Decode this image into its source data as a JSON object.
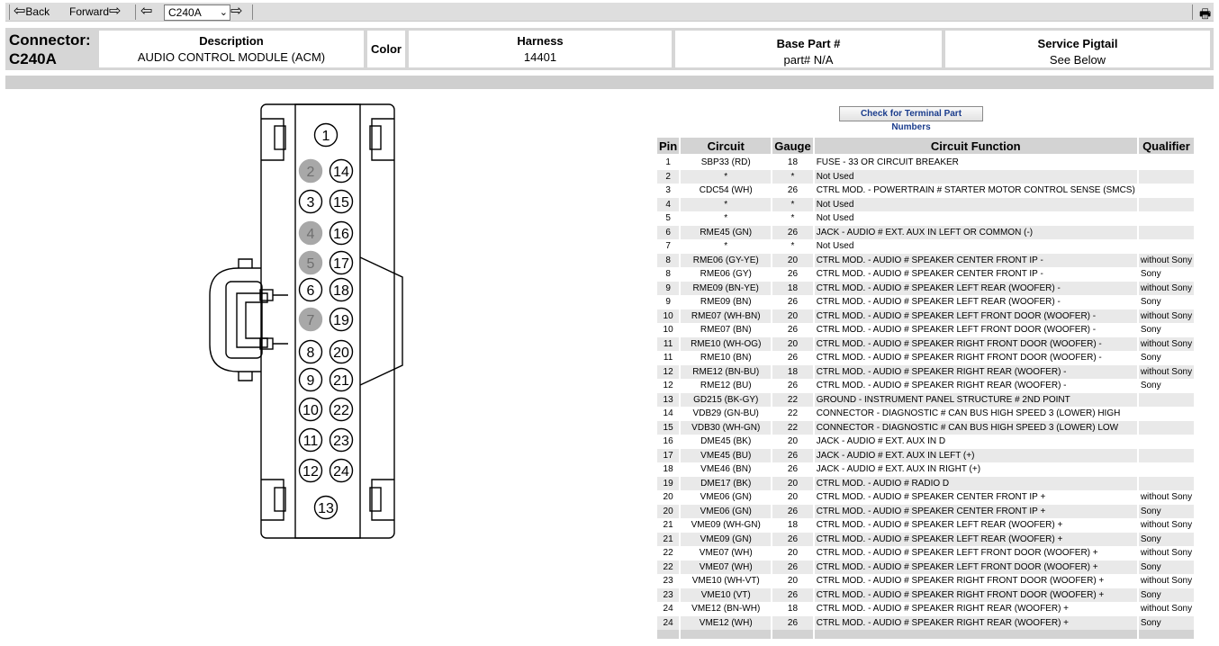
{
  "toolbar": {
    "back_label": "Back",
    "forward_label": "Forward",
    "selected_connector": "C240A"
  },
  "header": {
    "connector_label": "Connector:",
    "connector_id": "C240A",
    "description_title": "Description",
    "description_value": "AUDIO CONTROL MODULE (ACM)",
    "color_title": "Color",
    "harness_title": "Harness",
    "harness_value": "14401",
    "base_part_title": "Base Part #",
    "base_part_value": "part# N/A",
    "pigtail_title": "Service Pigtail",
    "pigtail_value": "See Below"
  },
  "check_button_label": "Check for Terminal Part Numbers",
  "table": {
    "headers": [
      "Pin",
      "Circuit",
      "Gauge",
      "Circuit Function",
      "Qualifier"
    ],
    "rows": [
      [
        "1",
        "SBP33 (RD)",
        "18",
        "FUSE - 33 OR CIRCUIT BREAKER",
        ""
      ],
      [
        "2",
        "*",
        "*",
        "Not Used",
        ""
      ],
      [
        "3",
        "CDC54 (WH)",
        "26",
        "CTRL MOD. - POWERTRAIN # STARTER MOTOR CONTROL SENSE (SMCS)",
        ""
      ],
      [
        "4",
        "*",
        "*",
        "Not Used",
        ""
      ],
      [
        "5",
        "*",
        "*",
        "Not Used",
        ""
      ],
      [
        "6",
        "RME45 (GN)",
        "26",
        "JACK - AUDIO # EXT. AUX IN LEFT OR COMMON (-)",
        ""
      ],
      [
        "7",
        "*",
        "*",
        "Not Used",
        ""
      ],
      [
        "8",
        "RME06 (GY-YE)",
        "20",
        "CTRL MOD. - AUDIO # SPEAKER CENTER FRONT IP -",
        "without Sony"
      ],
      [
        "8",
        "RME06 (GY)",
        "26",
        "CTRL MOD. - AUDIO # SPEAKER CENTER FRONT IP -",
        "Sony"
      ],
      [
        "9",
        "RME09 (BN-YE)",
        "18",
        "CTRL MOD. - AUDIO # SPEAKER LEFT REAR (WOOFER) -",
        "without Sony"
      ],
      [
        "9",
        "RME09 (BN)",
        "26",
        "CTRL MOD. - AUDIO # SPEAKER LEFT REAR (WOOFER) -",
        "Sony"
      ],
      [
        "10",
        "RME07 (WH-BN)",
        "20",
        "CTRL MOD. - AUDIO # SPEAKER LEFT FRONT DOOR (WOOFER) -",
        "without Sony"
      ],
      [
        "10",
        "RME07 (BN)",
        "26",
        "CTRL MOD. - AUDIO # SPEAKER LEFT FRONT DOOR (WOOFER) -",
        "Sony"
      ],
      [
        "11",
        "RME10 (WH-OG)",
        "20",
        "CTRL MOD. - AUDIO # SPEAKER RIGHT FRONT DOOR (WOOFER) -",
        "without Sony"
      ],
      [
        "11",
        "RME10 (BN)",
        "26",
        "CTRL MOD. - AUDIO # SPEAKER RIGHT FRONT DOOR (WOOFER) -",
        "Sony"
      ],
      [
        "12",
        "RME12 (BN-BU)",
        "18",
        "CTRL MOD. - AUDIO # SPEAKER RIGHT REAR (WOOFER) -",
        "without Sony"
      ],
      [
        "12",
        "RME12 (BU)",
        "26",
        "CTRL MOD. - AUDIO # SPEAKER RIGHT REAR (WOOFER) -",
        "Sony"
      ],
      [
        "13",
        "GD215 (BK-GY)",
        "22",
        "GROUND - INSTRUMENT PANEL STRUCTURE # 2ND POINT",
        ""
      ],
      [
        "14",
        "VDB29 (GN-BU)",
        "22",
        "CONNECTOR - DIAGNOSTIC # CAN BUS HIGH SPEED 3 (LOWER) HIGH",
        ""
      ],
      [
        "15",
        "VDB30 (WH-GN)",
        "22",
        "CONNECTOR - DIAGNOSTIC # CAN BUS HIGH SPEED 3 (LOWER) LOW",
        ""
      ],
      [
        "16",
        "DME45 (BK)",
        "20",
        "JACK - AUDIO # EXT. AUX IN D",
        ""
      ],
      [
        "17",
        "VME45 (BU)",
        "26",
        "JACK - AUDIO # EXT. AUX IN LEFT (+)",
        ""
      ],
      [
        "18",
        "VME46 (BN)",
        "26",
        "JACK - AUDIO # EXT. AUX IN RIGHT (+)",
        ""
      ],
      [
        "19",
        "DME17 (BK)",
        "20",
        "CTRL MOD. - AUDIO # RADIO D",
        ""
      ],
      [
        "20",
        "VME06 (GN)",
        "20",
        "CTRL MOD. - AUDIO # SPEAKER CENTER FRONT IP +",
        "without Sony"
      ],
      [
        "20",
        "VME06 (GN)",
        "26",
        "CTRL MOD. - AUDIO # SPEAKER CENTER FRONT IP +",
        "Sony"
      ],
      [
        "21",
        "VME09 (WH-GN)",
        "18",
        "CTRL MOD. - AUDIO # SPEAKER LEFT REAR (WOOFER) +",
        "without Sony"
      ],
      [
        "21",
        "VME09 (GN)",
        "26",
        "CTRL MOD. - AUDIO # SPEAKER LEFT REAR (WOOFER) +",
        "Sony"
      ],
      [
        "22",
        "VME07 (WH)",
        "20",
        "CTRL MOD. - AUDIO # SPEAKER LEFT FRONT DOOR (WOOFER) +",
        "without Sony"
      ],
      [
        "22",
        "VME07 (WH)",
        "26",
        "CTRL MOD. - AUDIO # SPEAKER LEFT FRONT DOOR (WOOFER) +",
        "Sony"
      ],
      [
        "23",
        "VME10 (WH-VT)",
        "20",
        "CTRL MOD. - AUDIO # SPEAKER RIGHT FRONT DOOR (WOOFER) +",
        "without Sony"
      ],
      [
        "23",
        "VME10 (VT)",
        "26",
        "CTRL MOD. - AUDIO # SPEAKER RIGHT FRONT DOOR (WOOFER) +",
        "Sony"
      ],
      [
        "24",
        "VME12 (BN-WH)",
        "18",
        "CTRL MOD. - AUDIO # SPEAKER RIGHT REAR (WOOFER) +",
        "without Sony"
      ],
      [
        "24",
        "VME12 (WH)",
        "26",
        "CTRL MOD. - AUDIO # SPEAKER RIGHT REAR (WOOFER) +",
        "Sony"
      ]
    ]
  },
  "connector_face": {
    "pins": [
      {
        "n": "1",
        "used": true
      },
      {
        "n": "2",
        "used": false
      },
      {
        "n": "3",
        "used": true
      },
      {
        "n": "4",
        "used": false
      },
      {
        "n": "5",
        "used": false
      },
      {
        "n": "6",
        "used": true
      },
      {
        "n": "7",
        "used": false
      },
      {
        "n": "8",
        "used": true
      },
      {
        "n": "9",
        "used": true
      },
      {
        "n": "10",
        "used": true
      },
      {
        "n": "11",
        "used": true
      },
      {
        "n": "12",
        "used": true
      },
      {
        "n": "13",
        "used": true
      },
      {
        "n": "14",
        "used": true
      },
      {
        "n": "15",
        "used": true
      },
      {
        "n": "16",
        "used": true
      },
      {
        "n": "17",
        "used": true
      },
      {
        "n": "18",
        "used": true
      },
      {
        "n": "19",
        "used": true
      },
      {
        "n": "20",
        "used": true
      },
      {
        "n": "21",
        "used": true
      },
      {
        "n": "22",
        "used": true
      },
      {
        "n": "23",
        "used": true
      },
      {
        "n": "24",
        "used": true
      }
    ],
    "unused_color": "#a8a8a8"
  }
}
